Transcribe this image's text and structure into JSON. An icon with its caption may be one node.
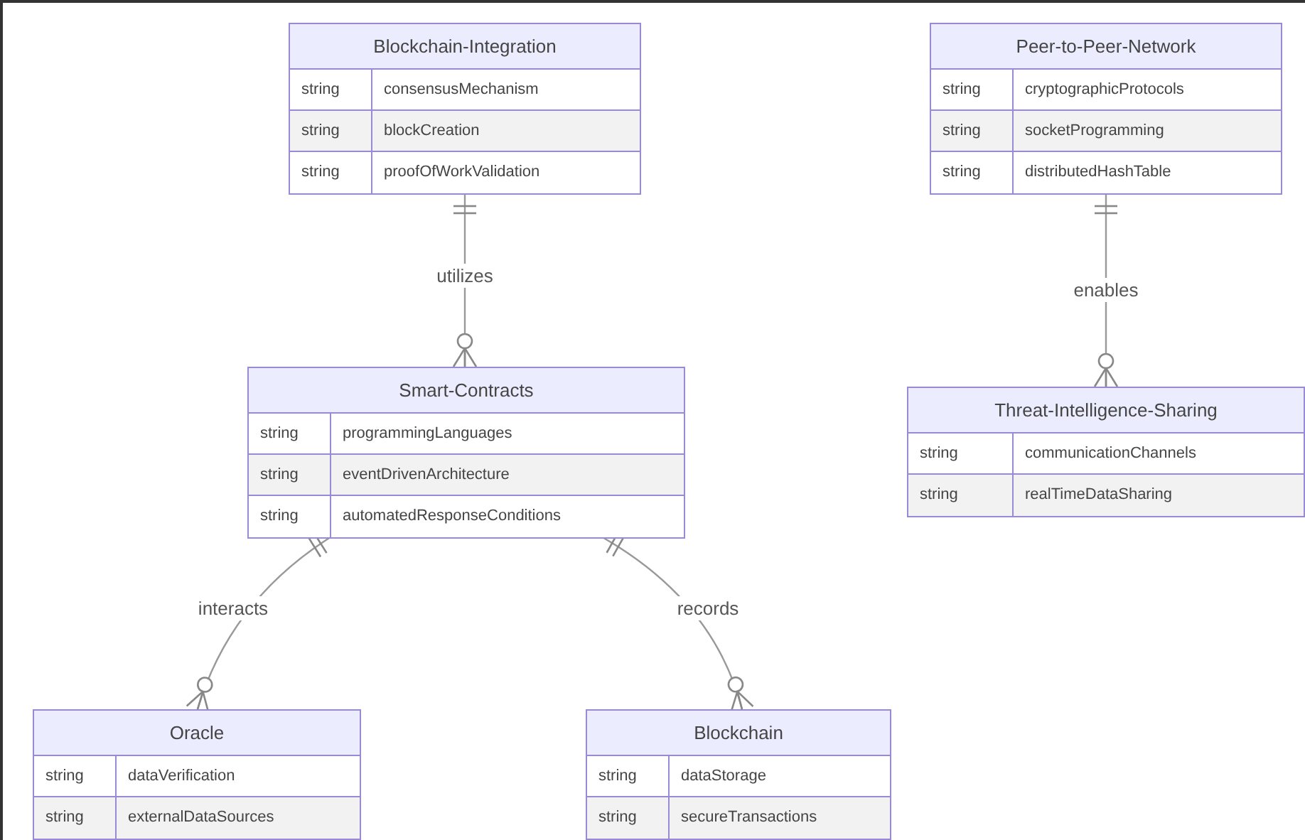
{
  "diagram": {
    "nodes": [
      {
        "text": [
          "Blockchain-Integration",
          "string",
          "consensusMechanism",
          "string",
          "blockCreation",
          "string",
          "proofOfWorkValidation"
        ]
      },
      {
        "text": [
          "Peer-to-Peer-Network",
          "string",
          "cryptographicProtocols",
          "string",
          "socketProgramming",
          "string",
          "distributedHashTable"
        ]
      },
      {
        "text": [
          "Smart-Contracts",
          "string",
          "programmingLanguages",
          "string",
          "eventDrivenArchitecture",
          "string",
          "automatedResponseConditions"
        ]
      },
      {
        "text": [
          "Threat-Intelligence-Sharing",
          "string",
          "communicationChannels",
          "string",
          "realTimeDataSharing"
        ]
      },
      {
        "text": [
          "Oracle",
          "string",
          "dataVerification",
          "string",
          "externalDataSources"
        ]
      },
      {
        "text": [
          "Blockchain",
          "string",
          "dataStorage",
          "string",
          "secureTransactions"
        ]
      }
    ],
    "edges": [
      {
        "from": 0,
        "to": 2,
        "arrow": "other",
        "label": "utilizes"
      },
      {
        "from": 1,
        "to": 3,
        "arrow": "other",
        "label": "enables"
      },
      {
        "from": 2,
        "to": 4,
        "arrow": "other",
        "label": "interacts"
      },
      {
        "from": 2,
        "to": 5,
        "arrow": "other",
        "label": "records"
      }
    ]
  }
}
